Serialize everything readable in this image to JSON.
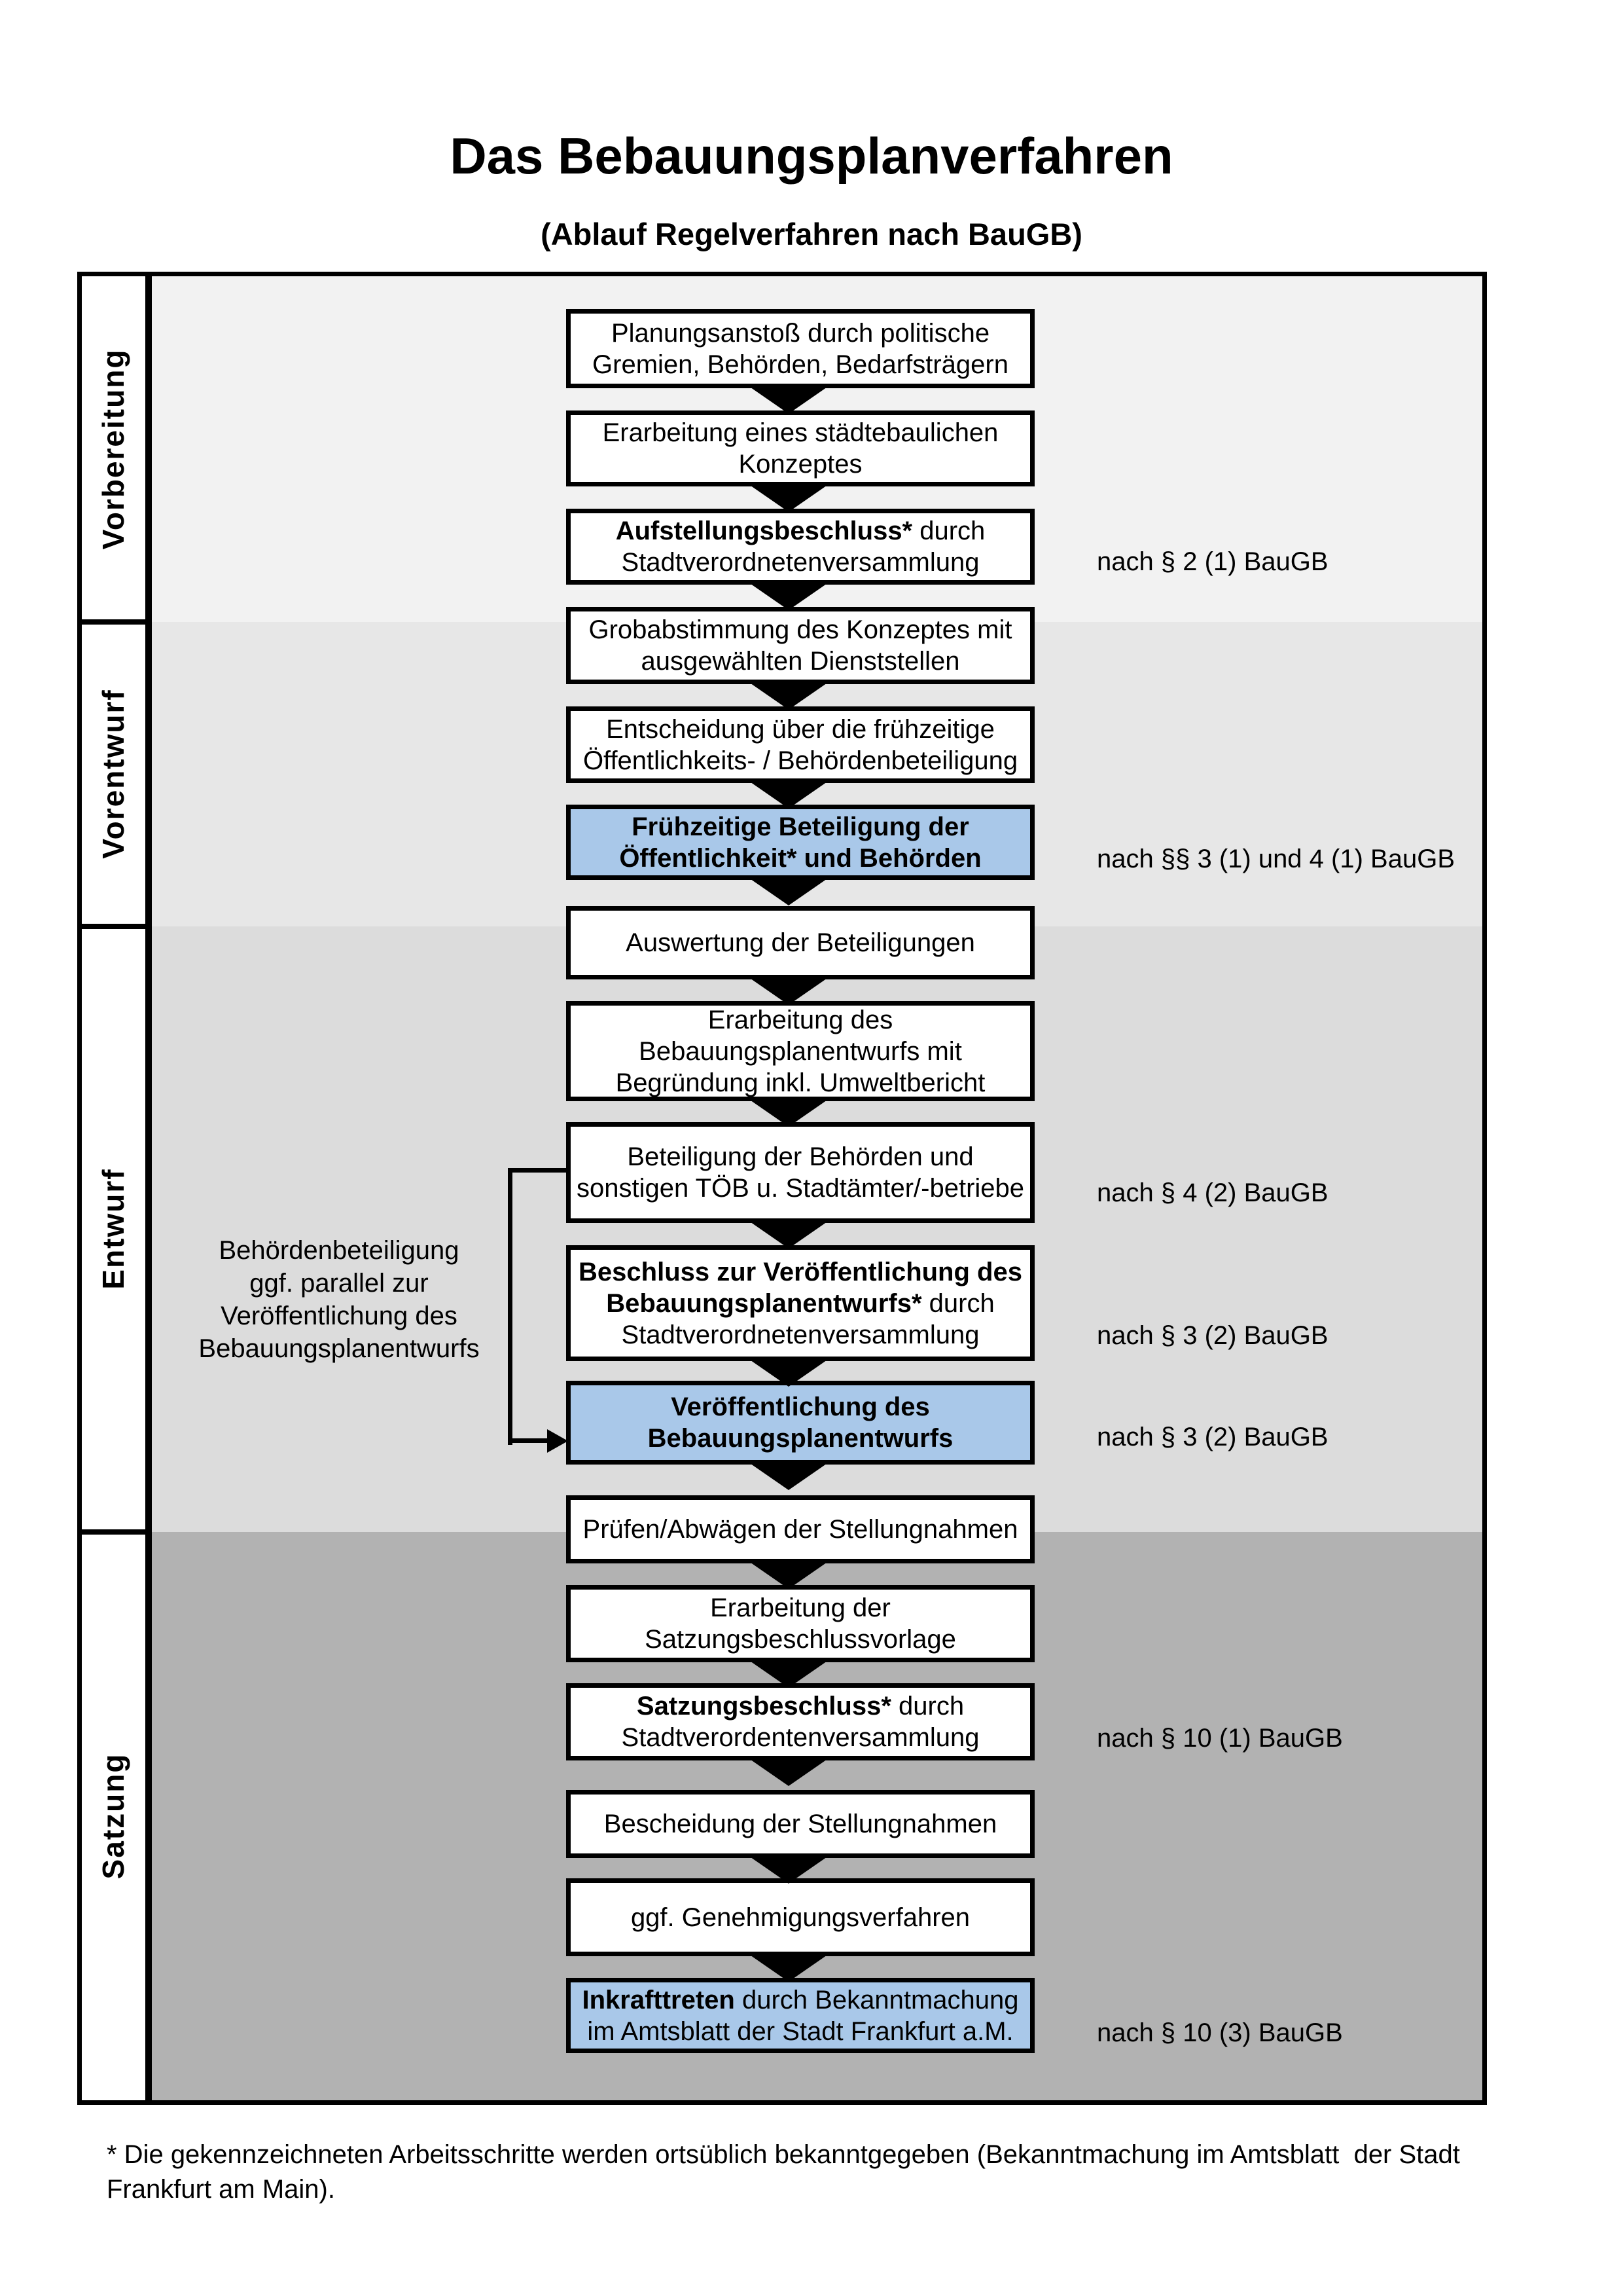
{
  "title": "Das Bebauungsplanverfahren",
  "subtitle": "(Ablauf Regelverfahren nach BauGB)",
  "colors": {
    "highlight_blue": "#a9c8e9",
    "section_vorbereitung": "#f2f2f2",
    "section_vorentwurf": "#e7e7e7",
    "section_entwurf": "#dcdcdc",
    "section_satzung": "#b2b2b2",
    "box_border": "#000000"
  },
  "phases": [
    {
      "label": "Vorbereitung"
    },
    {
      "label": "Vorentwurf"
    },
    {
      "label": "Entwurf"
    },
    {
      "label": "Satzung"
    }
  ],
  "boxes": [
    {
      "color": "white",
      "lines": [
        [
          {
            "t": "Planungsanstoß durch politische"
          }
        ],
        [
          {
            "t": "Gremien, Behörden, Bedarfsträgern"
          }
        ]
      ]
    },
    {
      "color": "white",
      "lines": [
        [
          {
            "t": "Erarbeitung eines städtebaulichen"
          }
        ],
        [
          {
            "t": "Konzeptes"
          }
        ]
      ]
    },
    {
      "color": "white",
      "lines": [
        [
          {
            "t": "Aufstellungsbeschluss*",
            "b": true
          },
          {
            "t": " durch"
          }
        ],
        [
          {
            "t": "Stadtverordnetenversammlung"
          }
        ]
      ]
    },
    {
      "color": "white",
      "lines": [
        [
          {
            "t": "Grobabstimmung des Konzeptes mit"
          }
        ],
        [
          {
            "t": "ausgewählten Dienststellen"
          }
        ]
      ]
    },
    {
      "color": "white",
      "lines": [
        [
          {
            "t": "Entscheidung über die frühzeitige"
          }
        ],
        [
          {
            "t": "Öffentlichkeits- / Behördenbeteiligung"
          }
        ]
      ]
    },
    {
      "color": "blue",
      "lines": [
        [
          {
            "t": "Frühzeitige Beteiligung der",
            "b": true
          }
        ],
        [
          {
            "t": "Öffentlichkeit* und Behörden",
            "b": true
          }
        ]
      ]
    },
    {
      "color": "white",
      "lines": [
        [
          {
            "t": "Auswertung der Beteiligungen"
          }
        ]
      ]
    },
    {
      "color": "white",
      "lines": [
        [
          {
            "t": "Erarbeitung des"
          }
        ],
        [
          {
            "t": "Bebauungsplanentwurfs mit"
          }
        ],
        [
          {
            "t": "Begründung inkl. Umweltbericht"
          }
        ]
      ]
    },
    {
      "color": "white",
      "lines": [
        [
          {
            "t": "Beteiligung der Behörden und"
          }
        ],
        [
          {
            "t": "sonstigen TÖB u. Stadtämter/-betriebe"
          }
        ]
      ]
    },
    {
      "color": "white",
      "lines": [
        [
          {
            "t": "Beschluss zur Veröffentlichung des",
            "b": true
          }
        ],
        [
          {
            "t": "Bebauungsplanentwurfs*",
            "b": true
          },
          {
            "t": " durch"
          }
        ],
        [
          {
            "t": "Stadtverordnetenversammlung"
          }
        ]
      ]
    },
    {
      "color": "blue",
      "lines": [
        [
          {
            "t": "Veröffentlichung des",
            "b": true
          }
        ],
        [
          {
            "t": "Bebauungsplanentwurfs",
            "b": true
          }
        ]
      ]
    },
    {
      "color": "white",
      "lines": [
        [
          {
            "t": "Prüfen/Abwägen der Stellungnahmen"
          }
        ]
      ]
    },
    {
      "color": "white",
      "lines": [
        [
          {
            "t": "Erarbeitung der"
          }
        ],
        [
          {
            "t": "Satzungsbeschlussvorlage"
          }
        ]
      ]
    },
    {
      "color": "white",
      "lines": [
        [
          {
            "t": "Satzungsbeschluss*",
            "b": true
          },
          {
            "t": " durch"
          }
        ],
        [
          {
            "t": "Stadtverordentenversammlung"
          }
        ]
      ]
    },
    {
      "color": "white",
      "lines": [
        [
          {
            "t": "Bescheidung der Stellungnahmen"
          }
        ]
      ]
    },
    {
      "color": "white",
      "lines": [
        [
          {
            "t": "ggf. Genehmigungsverfahren"
          }
        ]
      ]
    },
    {
      "color": "blue",
      "lines": [
        [
          {
            "t": "Inkrafttreten",
            "b": true
          },
          {
            "t": " durch Bekanntmachung"
          }
        ],
        [
          {
            "t": "im Amtsblatt der Stadt Frankfurt a.M."
          }
        ]
      ]
    }
  ],
  "refs": [
    "nach § 2 (1) BauGB",
    "nach §§ 3 (1) und 4 (1) BauGB",
    "nach § 4 (2) BauGB",
    "nach § 3 (2) BauGB",
    "nach § 3 (2) BauGB",
    "nach § 10 (1) BauGB",
    "nach § 10 (3) BauGB"
  ],
  "side_note": "Behördenbeteiligung\nggf. parallel zur\nVeröffentlichung des\nBebauungsplanentwurfs",
  "footnote": "* Die gekennzeichneten Arbeitsschritte werden ortsüblich bekanntgegeben (Bekanntmachung im Amtsblatt  der Stadt\nFrankfurt am Main)."
}
